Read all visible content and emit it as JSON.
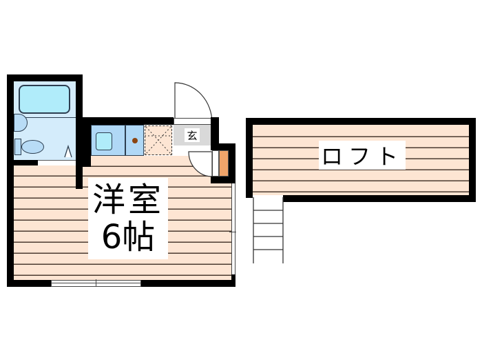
{
  "plan": {
    "main_room": {
      "name": "洋室",
      "size": "6帖"
    },
    "entrance": {
      "label": "玄"
    },
    "loft": {
      "label": "ロフト"
    },
    "colors": {
      "wall": "#000000",
      "floor": "#fde5d3",
      "floor_lines": "#4a3a30",
      "bath_bg": "#d4ecfb",
      "tub": "#b0ecfa",
      "fixture": "#b8dcf6",
      "entrance_bg": "#d9d9d9",
      "shoe_cabinet": "#f0a46a",
      "stove_dot": "#8b4513"
    }
  }
}
